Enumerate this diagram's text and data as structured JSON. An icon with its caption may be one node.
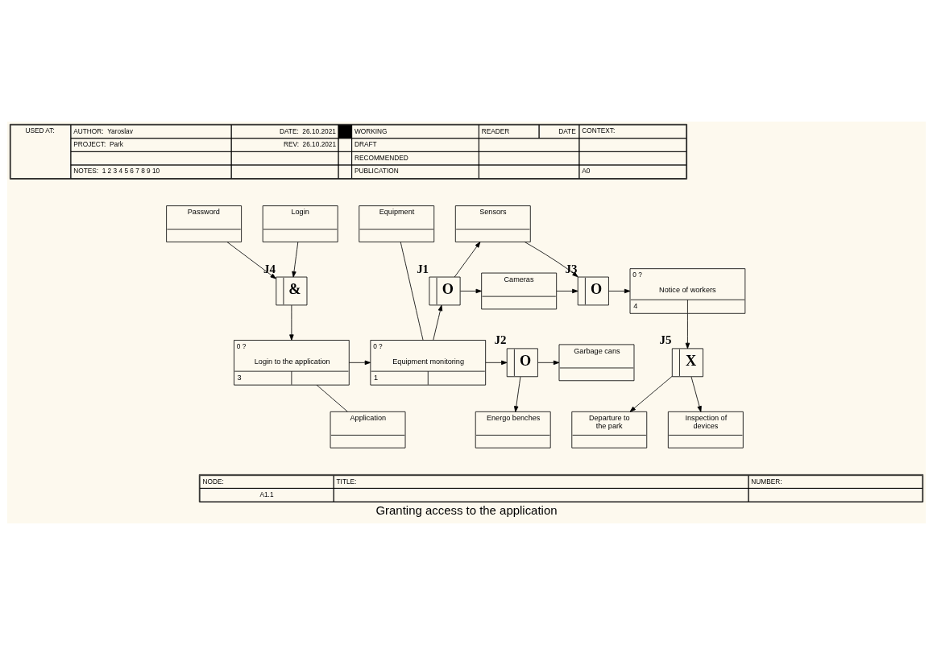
{
  "diagram": {
    "title": "Granting access to the application",
    "nodes": [
      {
        "text": [
          "Password"
        ]
      },
      {
        "text": [
          "Login"
        ]
      },
      {
        "text": [
          "&"
        ],
        "beside": [
          "J4"
        ]
      },
      {
        "text": [
          "0 ?",
          "Login to the application",
          "3"
        ]
      },
      {
        "text": [
          "Application"
        ]
      },
      {
        "text": [
          "Equipment"
        ]
      },
      {
        "text": [
          "0 ?",
          "Equipment monitoring",
          "1"
        ]
      },
      {
        "text": [
          "O"
        ],
        "beside": [
          "J1"
        ]
      },
      {
        "text": [
          "O"
        ],
        "beside": [
          "J2"
        ]
      },
      {
        "text": [
          "Sensors"
        ]
      },
      {
        "text": [
          "Cameras"
        ]
      },
      {
        "text": [
          "Garbage cans"
        ]
      },
      {
        "text": [
          "Energo benches"
        ]
      },
      {
        "text": [
          "O"
        ],
        "beside": [
          "J3"
        ]
      },
      {
        "text": [
          "0 ?",
          "Notice of workers",
          "4"
        ]
      },
      {
        "text": [
          "X"
        ],
        "beside": [
          "J5"
        ]
      },
      {
        "text": [
          "Departure to the park"
        ]
      },
      {
        "text": [
          "Inspection of devices"
        ]
      }
    ],
    "edges": [
      {
        "from": 0,
        "to": 2,
        "arrow": "to"
      },
      {
        "from": 1,
        "to": 2,
        "arrow": "to"
      },
      {
        "from": 2,
        "to": 3,
        "arrow": "to"
      },
      {
        "from": 3,
        "to": 4,
        "arrow": "none"
      },
      {
        "from": 3,
        "to": 6,
        "arrow": "to"
      },
      {
        "from": 5,
        "to": 6,
        "arrow": "none"
      },
      {
        "from": 6,
        "to": 7,
        "arrow": "to"
      },
      {
        "from": 6,
        "to": 8,
        "arrow": "to"
      },
      {
        "from": 7,
        "to": 9,
        "arrow": "to"
      },
      {
        "from": 7,
        "to": 10,
        "arrow": "to"
      },
      {
        "from": 8,
        "to": 11,
        "arrow": "to"
      },
      {
        "from": 8,
        "to": 12,
        "arrow": "to"
      },
      {
        "from": 9,
        "to": 13,
        "arrow": "to"
      },
      {
        "from": 10,
        "to": 13,
        "arrow": "to"
      },
      {
        "from": 13,
        "to": 14,
        "arrow": "to"
      },
      {
        "from": 14,
        "to": 15,
        "arrow": "to"
      },
      {
        "from": 15,
        "to": 16,
        "arrow": "to"
      },
      {
        "from": 15,
        "to": 17,
        "arrow": "to"
      }
    ],
    "labels": [
      "USED AT:",
      "AUTHOR:  Yaroslav",
      "DATE:  26.10.2021",
      "WORKING",
      "READER",
      "DATE",
      "CONTEXT:",
      "PROJECT:  Park",
      "REV:  26.10.2021",
      "DRAFT",
      "RECOMMENDED",
      "NOTES:  1 2 3 4 5 6 7 8 9 10",
      "PUBLICATION",
      "A0",
      "NODE:",
      "A1.1",
      "TITLE:",
      "NUMBER:"
    ]
  }
}
